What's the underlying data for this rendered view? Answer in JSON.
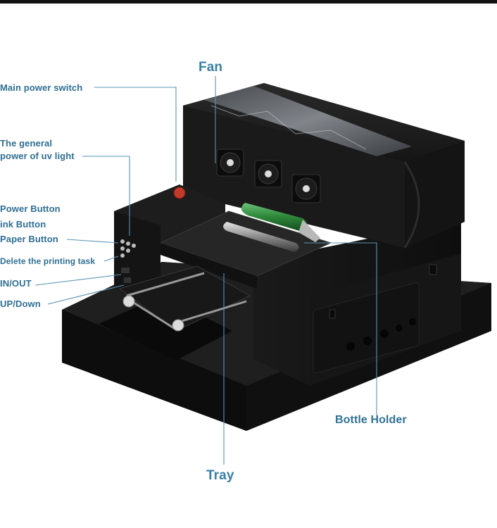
{
  "labels": {
    "fan": "Fan",
    "main_power_switch": "Main power switch",
    "general_power_line1": "The general",
    "general_power_line2": "power of uv light",
    "power_button": "Power Button",
    "ink_button": "ink Button",
    "paper_button": "Paper Button",
    "delete_task": "Delete the printing task",
    "in_out": "IN/OUT",
    "up_down": "UP/Down",
    "bottle_holder": "Bottle Holder",
    "tray": "Tray"
  },
  "colors": {
    "label_text": "#2f6f92",
    "leader_line": "#5b93b5",
    "printer_body": "#1b1b1b",
    "bottle_green": "#2f8a3a",
    "background": "#ffffff"
  }
}
